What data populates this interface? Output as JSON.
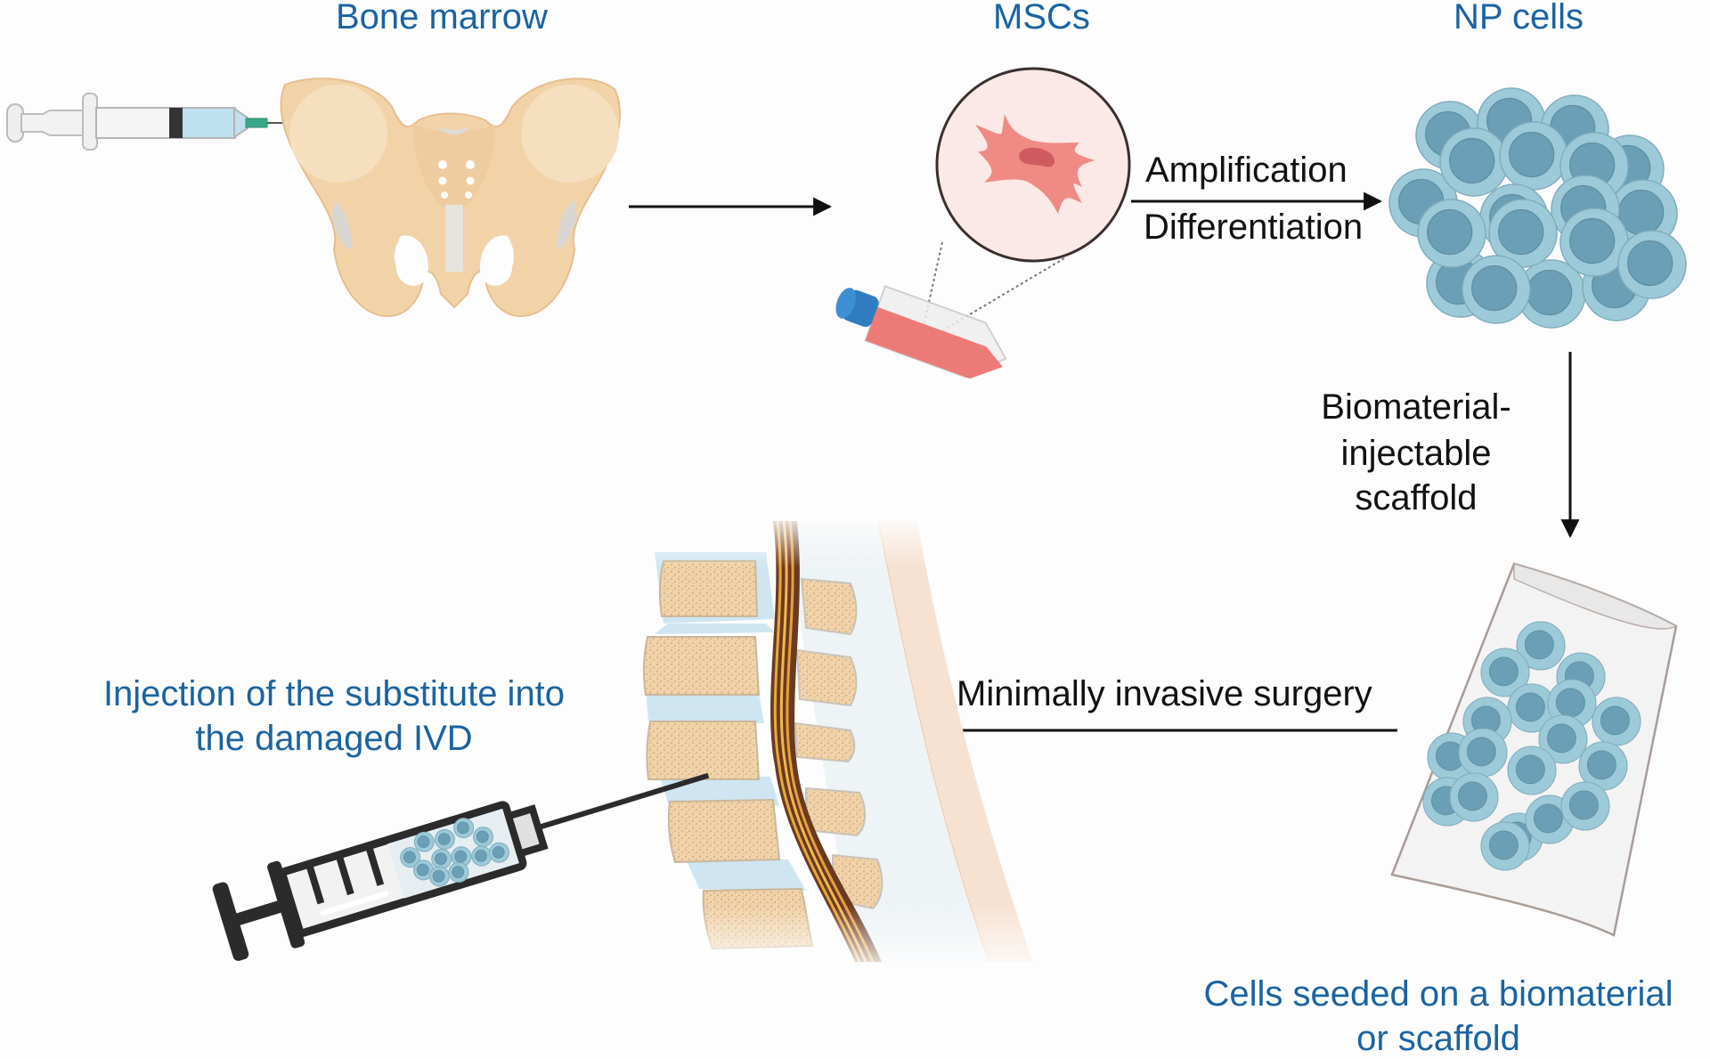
{
  "figure": {
    "title": "MSC-based nucleus pulposus regeneration workflow",
    "stages": {
      "bone_marrow": {
        "label": "Bone marrow"
      },
      "mscs": {
        "label": "MSCs"
      },
      "np_cells": {
        "label": "NP cells"
      },
      "seeded_scaffold": {
        "label_line1": "Cells seeded on a biomaterial",
        "label_line2": "or scaffold"
      },
      "injection": {
        "label_line1": "Injection of the substitute into",
        "label_line2": "the damaged IVD"
      }
    },
    "arrows": {
      "harvest": {
        "from": "bone_marrow",
        "to": "mscs",
        "label": ""
      },
      "expand": {
        "from": "mscs",
        "to": "np_cells",
        "label_above": "Amplification",
        "label_below": "Differentiation"
      },
      "seed": {
        "from": "np_cells",
        "to": "seeded_scaffold",
        "label_line1": "Biomaterial-",
        "label_line2": "injectable",
        "label_line3": "scaffold"
      },
      "implant": {
        "from": "seeded_scaffold",
        "to": "injection",
        "label": "Minimally invasive surgery"
      }
    },
    "icons": [
      "syringe-icon",
      "pelvis-icon",
      "culture-flask-icon",
      "magnified-msc-icon",
      "np-cell-cluster-icon",
      "scaffold-tube-icon",
      "spine-icon",
      "loaded-syringe-icon"
    ],
    "colors": {
      "stage_label": "#1a63a1",
      "process_label": "#111111",
      "arrow": "#111111",
      "bone": "#f2d3a8",
      "np_cell": "#9dcad8",
      "np_nucleus": "#6a9fb5",
      "msc_cell": "#f08a85",
      "msc_nucleus": "#cf5a5f",
      "flask_medium": "#ec7b78",
      "flask_cap": "#2f7cc0",
      "disc": "#cfe6f2",
      "spinal_cord": "#e9a53a",
      "skin": "#f7e2d2"
    }
  }
}
